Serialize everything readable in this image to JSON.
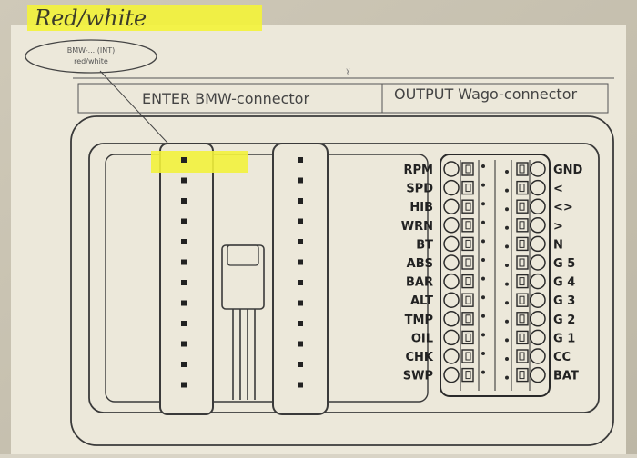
{
  "handwritten_note": "Red/white",
  "oval_label_line1": "BMW-... (INT)",
  "oval_label_line2": "red/white",
  "header_left": "ENTER BMW-connector",
  "header_right": "OUTPUT Wago-connector",
  "left_labels": [
    "RPM",
    "SPD",
    "HIB",
    "WRN",
    "BT",
    "ABS",
    "BAR",
    "ALT",
    "TMP",
    "OIL",
    "CHK",
    "SWP"
  ],
  "right_labels": [
    "GND",
    "<",
    "<>",
    ">",
    "N",
    "G 5",
    "G 4",
    "G 3",
    "G 2",
    "G 1",
    "CC",
    "BAT"
  ],
  "colors": {
    "paper": "#ede9dc",
    "ink": "#2a2a2a",
    "highlight": "#f2f23a"
  }
}
